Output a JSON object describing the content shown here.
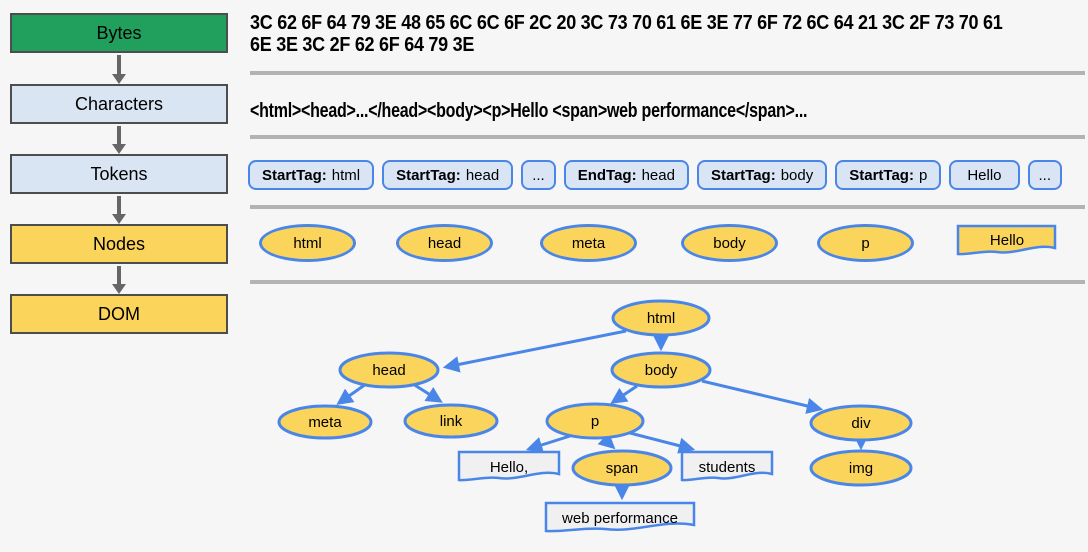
{
  "pipeline": {
    "stages": [
      {
        "label": "Bytes"
      },
      {
        "label": "Characters"
      },
      {
        "label": "Tokens"
      },
      {
        "label": "Nodes"
      },
      {
        "label": "DOM"
      }
    ]
  },
  "bytes": {
    "line1": "3C 62 6F 64 79 3E 48 65 6C 6C 6F 2C 20 3C 73 70 61 6E 3E 77 6F 72 6C 64 21 3C 2F 73 70 61",
    "line2": "6E 3E 3C 2F 62 6F 64 79 3E"
  },
  "characters": {
    "text": "<html><head>...</head><body><p>Hello <span>web performance</span>..."
  },
  "tokens": {
    "items": [
      {
        "label": "StartTag:",
        "value": "html"
      },
      {
        "label": "StartTag:",
        "value": "head"
      },
      {
        "value": "..."
      },
      {
        "label": "EndTag:",
        "value": "head"
      },
      {
        "label": "StartTag:",
        "value": "body"
      },
      {
        "label": "StartTag:",
        "value": "p"
      },
      {
        "value": "Hello"
      },
      {
        "value": "..."
      }
    ]
  },
  "nodes_row": {
    "items": [
      "html",
      "head",
      "meta",
      "body",
      "p",
      "Hello"
    ]
  },
  "tree": {
    "nodes": {
      "html": "html",
      "head": "head",
      "body": "body",
      "meta": "meta",
      "link": "link",
      "p": "p",
      "div": "div",
      "span": "span",
      "img": "img",
      "text_hello": "Hello,",
      "text_students": "students",
      "text_webperf": "web performance"
    }
  },
  "colors": {
    "background": "#f6f6f6",
    "stage_bytes_green": "#21a05d",
    "stage_blue": "#dae5f3",
    "stage_yellow": "#fbd45c",
    "stage_border": "#4d4d4d",
    "token_fill": "#d9e5f5",
    "token_border": "#4a86e8",
    "node_fill": "#fbd45c",
    "node_border": "#4a86e8",
    "text_node_fill": "#f0f0f0",
    "tree_arrow": "#4a86e8",
    "pipeline_arrow": "#666666",
    "divider": "#b3b3b3"
  }
}
